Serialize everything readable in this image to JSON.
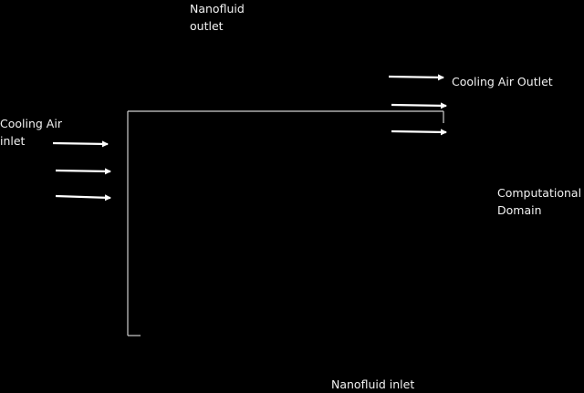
{
  "colors": {
    "background": "#000000",
    "text": "#f2f2f2",
    "lines": "#cfcfcf",
    "arrows": "#ffffff"
  },
  "labels": {
    "nanofluid_outlet": "Nanofluid\noutlet",
    "cooling_air_inlet": "Cooling Air\ninlet",
    "cooling_air_outlet": "Cooling Air Outlet",
    "computational_domain": "Computational\nDomain",
    "nanofluid_inlet": "Nanofluid inlet"
  }
}
